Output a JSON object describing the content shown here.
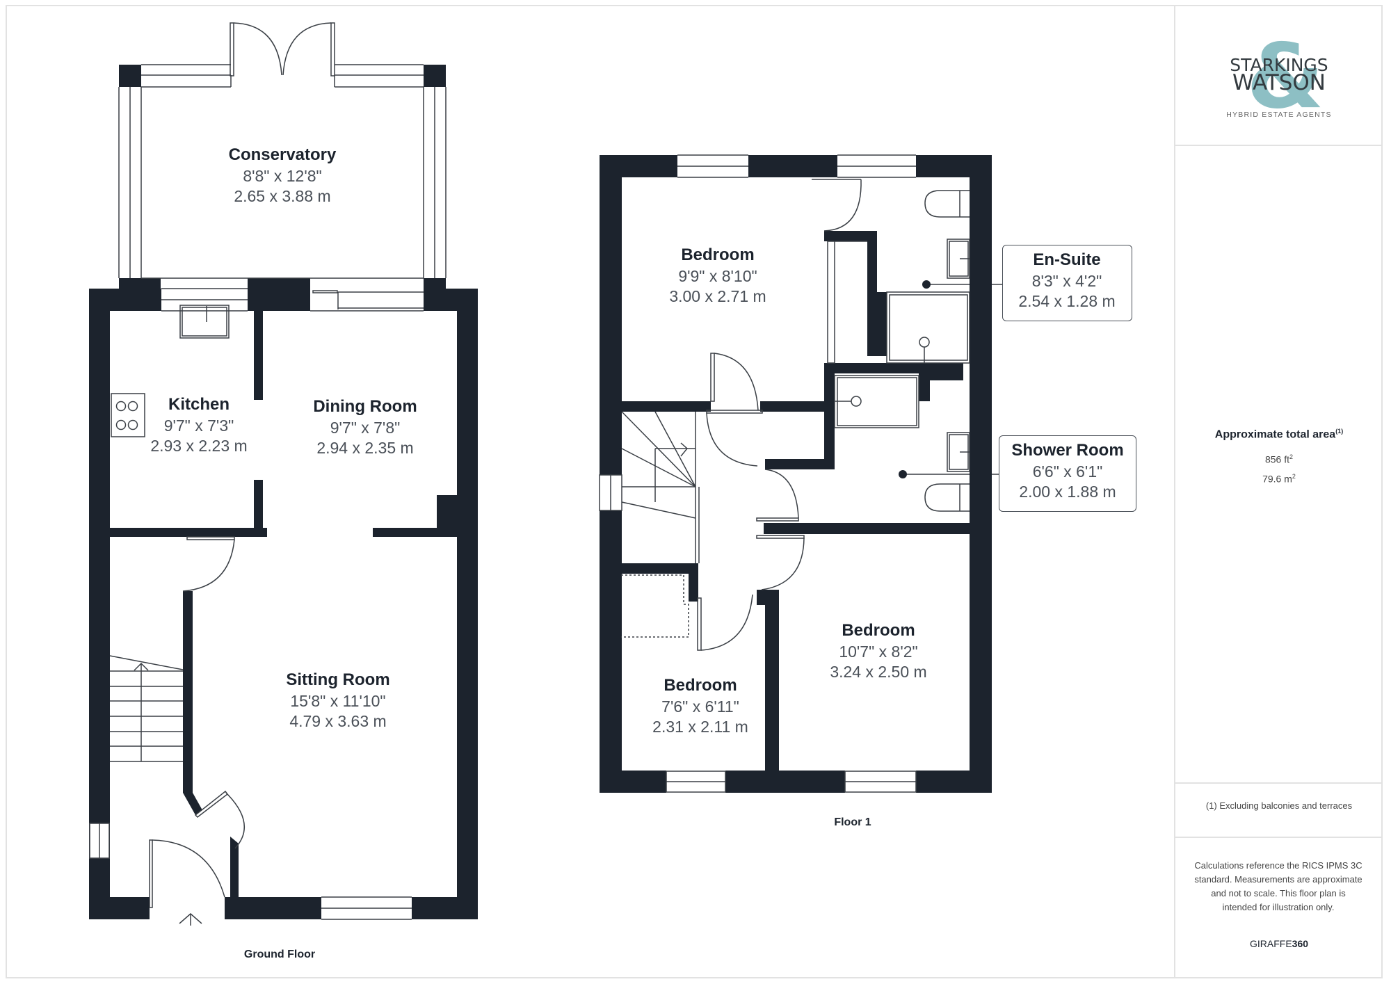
{
  "brand": {
    "logo_line1": "STARKINGS",
    "logo_line2": "WATSON",
    "logo_ampersand": "&",
    "tagline": "HYBRID ESTATE AGENTS",
    "accent_color": "#8dbfc4",
    "text_color": "#333a3f"
  },
  "area": {
    "title": "Approximate total area",
    "footnote_marker": "(1)",
    "sq_ft": "856 ft",
    "sq_m": "79.6 m",
    "superscript": "2"
  },
  "footnote": "(1) Excluding balconies and terraces",
  "disclaimer": "Calculations reference the RICS IPMS 3C standard. Measurements are approximate and not to scale. This floor plan is intended for illustration only.",
  "provider": {
    "prefix": "GIRAFFE",
    "suffix": "360"
  },
  "wall_color": "#1c232d",
  "floors": [
    {
      "label": "Ground Floor",
      "rooms": [
        {
          "name": "Conservatory",
          "imperial": "8'8\" x 12'8\"",
          "metric": "2.65 x 3.88 m"
        },
        {
          "name": "Kitchen",
          "imperial": "9'7\" x 7'3\"",
          "metric": "2.93 x 2.23 m"
        },
        {
          "name": "Dining Room",
          "imperial": "9'7\" x 7'8\"",
          "metric": "2.94 x 2.35 m"
        },
        {
          "name": "Sitting Room",
          "imperial": "15'8\" x 11'10\"",
          "metric": "4.79 x 3.63 m"
        }
      ]
    },
    {
      "label": "Floor 1",
      "rooms": [
        {
          "name": "Bedroom",
          "imperial": "9'9\" x 8'10\"",
          "metric": "3.00 x 2.71 m"
        },
        {
          "name": "En-Suite",
          "imperial": "8'3\" x 4'2\"",
          "metric": "2.54 x 1.28 m"
        },
        {
          "name": "Shower Room",
          "imperial": "6'6\" x 6'1\"",
          "metric": "2.00 x 1.88 m"
        },
        {
          "name": "Bedroom",
          "imperial": "10'7\" x 8'2\"",
          "metric": "3.24 x 2.50 m"
        },
        {
          "name": "Bedroom",
          "imperial": "7'6\" x 6'11\"",
          "metric": "2.31 x 2.11 m"
        }
      ]
    }
  ]
}
